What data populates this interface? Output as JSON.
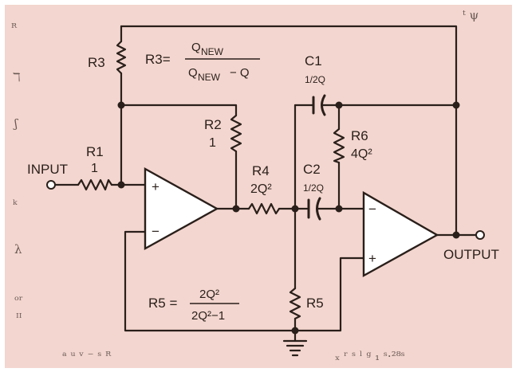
{
  "colors": {
    "paper": "#f3d6cf",
    "ink": "#2a1f1a",
    "amp_fill": "#ffffff"
  },
  "labels": {
    "input": "INPUT",
    "output": "OUTPUT",
    "r1": "R1",
    "r1_value": "1",
    "r2": "R2",
    "r2_value": "1",
    "r3": "R3",
    "r3_formula_lhs": "R3=",
    "r3_formula_num": "Q",
    "r3_formula_num_sub": "NEW",
    "r3_formula_den": "Q",
    "r3_formula_den_sub": "NEW",
    "r3_formula_den_tail": "− Q",
    "r4": "R4",
    "r4_value": "2Q²",
    "r5": "R5",
    "r5_formula_lhs": "R5 =",
    "r5_formula_num": "2Q²",
    "r5_formula_den": "2Q²−1",
    "r6": "R6",
    "r6_value": "4Q²",
    "c1": "C1",
    "c1_value": "1/2Q",
    "c2": "C2",
    "c2_value": "1/2Q",
    "amp1_plus": "+",
    "amp1_minus": "−",
    "amp2_plus": "+",
    "amp2_minus": "−"
  },
  "margin_marks": {
    "top_right": "ᵗ  ψ",
    "left_1": "ᴿ",
    "left_2": "ℸ",
    "left_3": "ʃ",
    "left_4": "ᵏ",
    "left_5": "λ",
    "left_6": "ᵒʳ",
    "left_7": "ᴵᴵ",
    "bottom_left": "ᵃ  ᵘ  ᵛ  ⁻  ˢ  ᴿ",
    "bottom_right": "ₓ  ʳ  ˢ  ˡ  ᵍ  ₁  ˢ·²⁸ˢ"
  }
}
